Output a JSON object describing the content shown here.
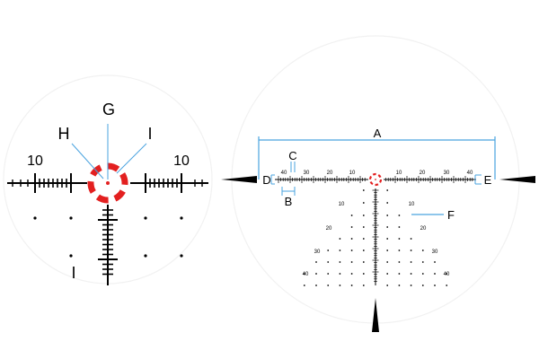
{
  "left_reticle": {
    "callouts": {
      "g": "G",
      "h": "H",
      "i_top": "I",
      "i_bottom": "I"
    },
    "left_range": "10",
    "right_range": "10"
  },
  "right_reticle": {
    "callouts": {
      "a": "A",
      "b": "B",
      "c": "C",
      "d": "D",
      "e": "E",
      "f": "F"
    },
    "horizontal_scale": {
      "left": [
        "40",
        "30",
        "20",
        "10"
      ],
      "right": [
        "10",
        "20",
        "30",
        "40"
      ]
    },
    "grid_scale": {
      "left": [
        "10",
        "20",
        "30",
        "40"
      ],
      "right": [
        "10",
        "20",
        "30",
        "40"
      ]
    }
  },
  "colors": {
    "callout_line": "#4aa3df",
    "red_ring": "#e32020",
    "reticle": "#000000"
  }
}
